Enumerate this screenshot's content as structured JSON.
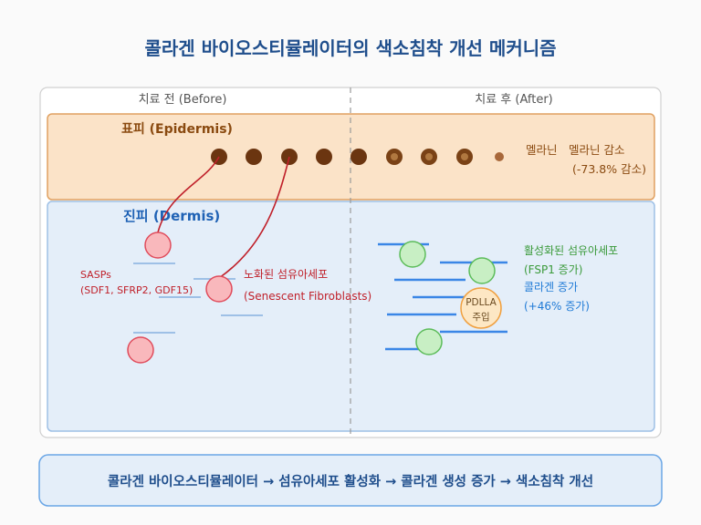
{
  "title": "콜라겐 바이오스티뮬레이터의 색소침착 개선 메커니즘",
  "panels": {
    "before_label": "치료 전 (Before)",
    "after_label": "치료 후 (After)"
  },
  "layers": {
    "epidermis": "표피 (Epidermis)",
    "dermis": "진피 (Dermis)"
  },
  "melanin": {
    "legend_label": "멜라닌",
    "change_line1": "멜라닌 감소",
    "change_line2": "(-73.8% 감소)"
  },
  "before": {
    "sasps_line1": "SASPs",
    "sasps_line2": "(SDF1, SFRP2, GDF15)",
    "senescent_line1": "노화된 섬유아세포",
    "senescent_line2": "(Senescent Fibroblasts)"
  },
  "after": {
    "activated_line1": "활성화된 섬유아세포",
    "activated_line2": "(FSP1 증가)",
    "collagen_line1": "콜라겐 증가",
    "collagen_line2": "(+46% 증가)",
    "pdlla_line1": "PDLLA",
    "pdlla_line2": "주입"
  },
  "summary": "콜라겐 바이오스티뮬레이터 → 섬유아세포 활성화 → 콜라겐 생성 증가 → 색소침착 개선",
  "colors": {
    "title": "#1f4e8c",
    "epidermis_fill": "#fbe3c8",
    "epidermis_stroke": "#e0a060",
    "epidermis_text": "#8a4a10",
    "dermis_fill": "#e4eef9",
    "dermis_stroke": "#9ec0e6",
    "dermis_text": "#1f62b5",
    "melanin": "#6b3510",
    "senescent_fill": "#f9b8bc",
    "senescent_stroke": "#e04c5c",
    "senescent_text": "#c0202a",
    "active_fill": "#c8efc4",
    "active_stroke": "#5cbc5a",
    "active_text": "#3a9a3a",
    "collagen_line": "#3a86e6",
    "collagen_text": "#1f7ad6",
    "pdlla_fill": "#fde7c4",
    "pdlla_stroke": "#f0a040"
  }
}
